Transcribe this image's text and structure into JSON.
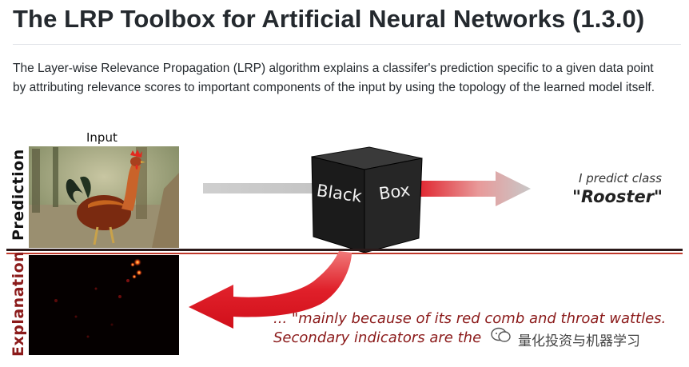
{
  "page": {
    "title": "The LRP Toolbox for Artificial Neural Networks (1.3.0)",
    "description": "The Layer-wise Relevance Propagation (LRP) algorithm explains a classifer's prediction specific to a given data point by attributing relevance scores to important components of the input by using the topology of the learned model itself."
  },
  "figure": {
    "input_label": "Input",
    "row_labels": {
      "prediction": "Prediction",
      "explanation": "Explanation"
    },
    "black_box": {
      "word1": "Black",
      "word2": "Box"
    },
    "prediction_small": "I predict class",
    "prediction_class": "\"Rooster\"",
    "explanation_line1": "... \"mainly because of its red comb and throat wattles.",
    "explanation_line2": "Secondary indicators are the",
    "images": {
      "input": "rooster-photo",
      "heatmap": "relevance-heatmap"
    }
  },
  "watermark": {
    "text": "量化投资与机器学习"
  },
  "colors": {
    "explanation_red": "#8b1a1a",
    "arrow_red": "#e0202a",
    "arrow_gray": "#c8c8c8",
    "divider_dark": "#2b1a1a",
    "divider_red": "#c0392b"
  }
}
